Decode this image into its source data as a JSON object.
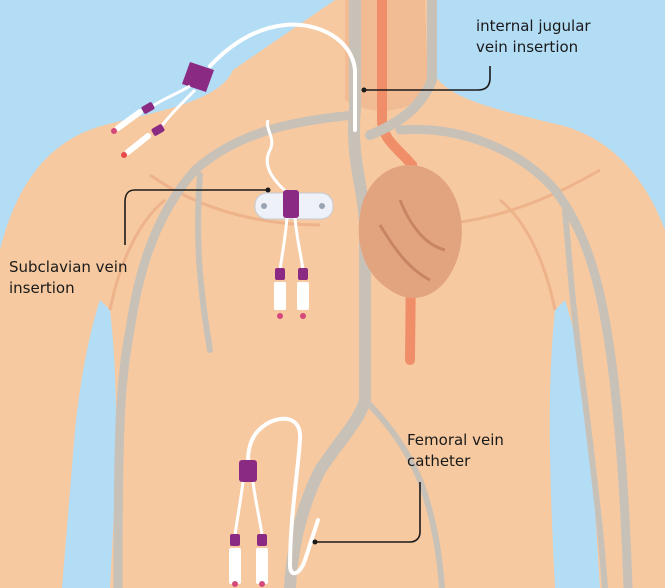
{
  "labels": {
    "ijv": {
      "line1": "internal jugular",
      "line2": "vein insertion"
    },
    "subclavian": {
      "line1": "Subclavian vein",
      "line2": "insertion"
    },
    "femoral": {
      "line1": "Femoral vein",
      "line2": "catheter"
    }
  },
  "colors": {
    "background": "#b3dcf5",
    "skin": "#f6c9a0",
    "skin_shadow": "#eeb38a",
    "vein": "#c8c1b8",
    "artery": "#f08e6a",
    "heart": "#e2a47f",
    "catheter_hub": "#8b2a82",
    "leader_line": "#1a1a1a"
  }
}
